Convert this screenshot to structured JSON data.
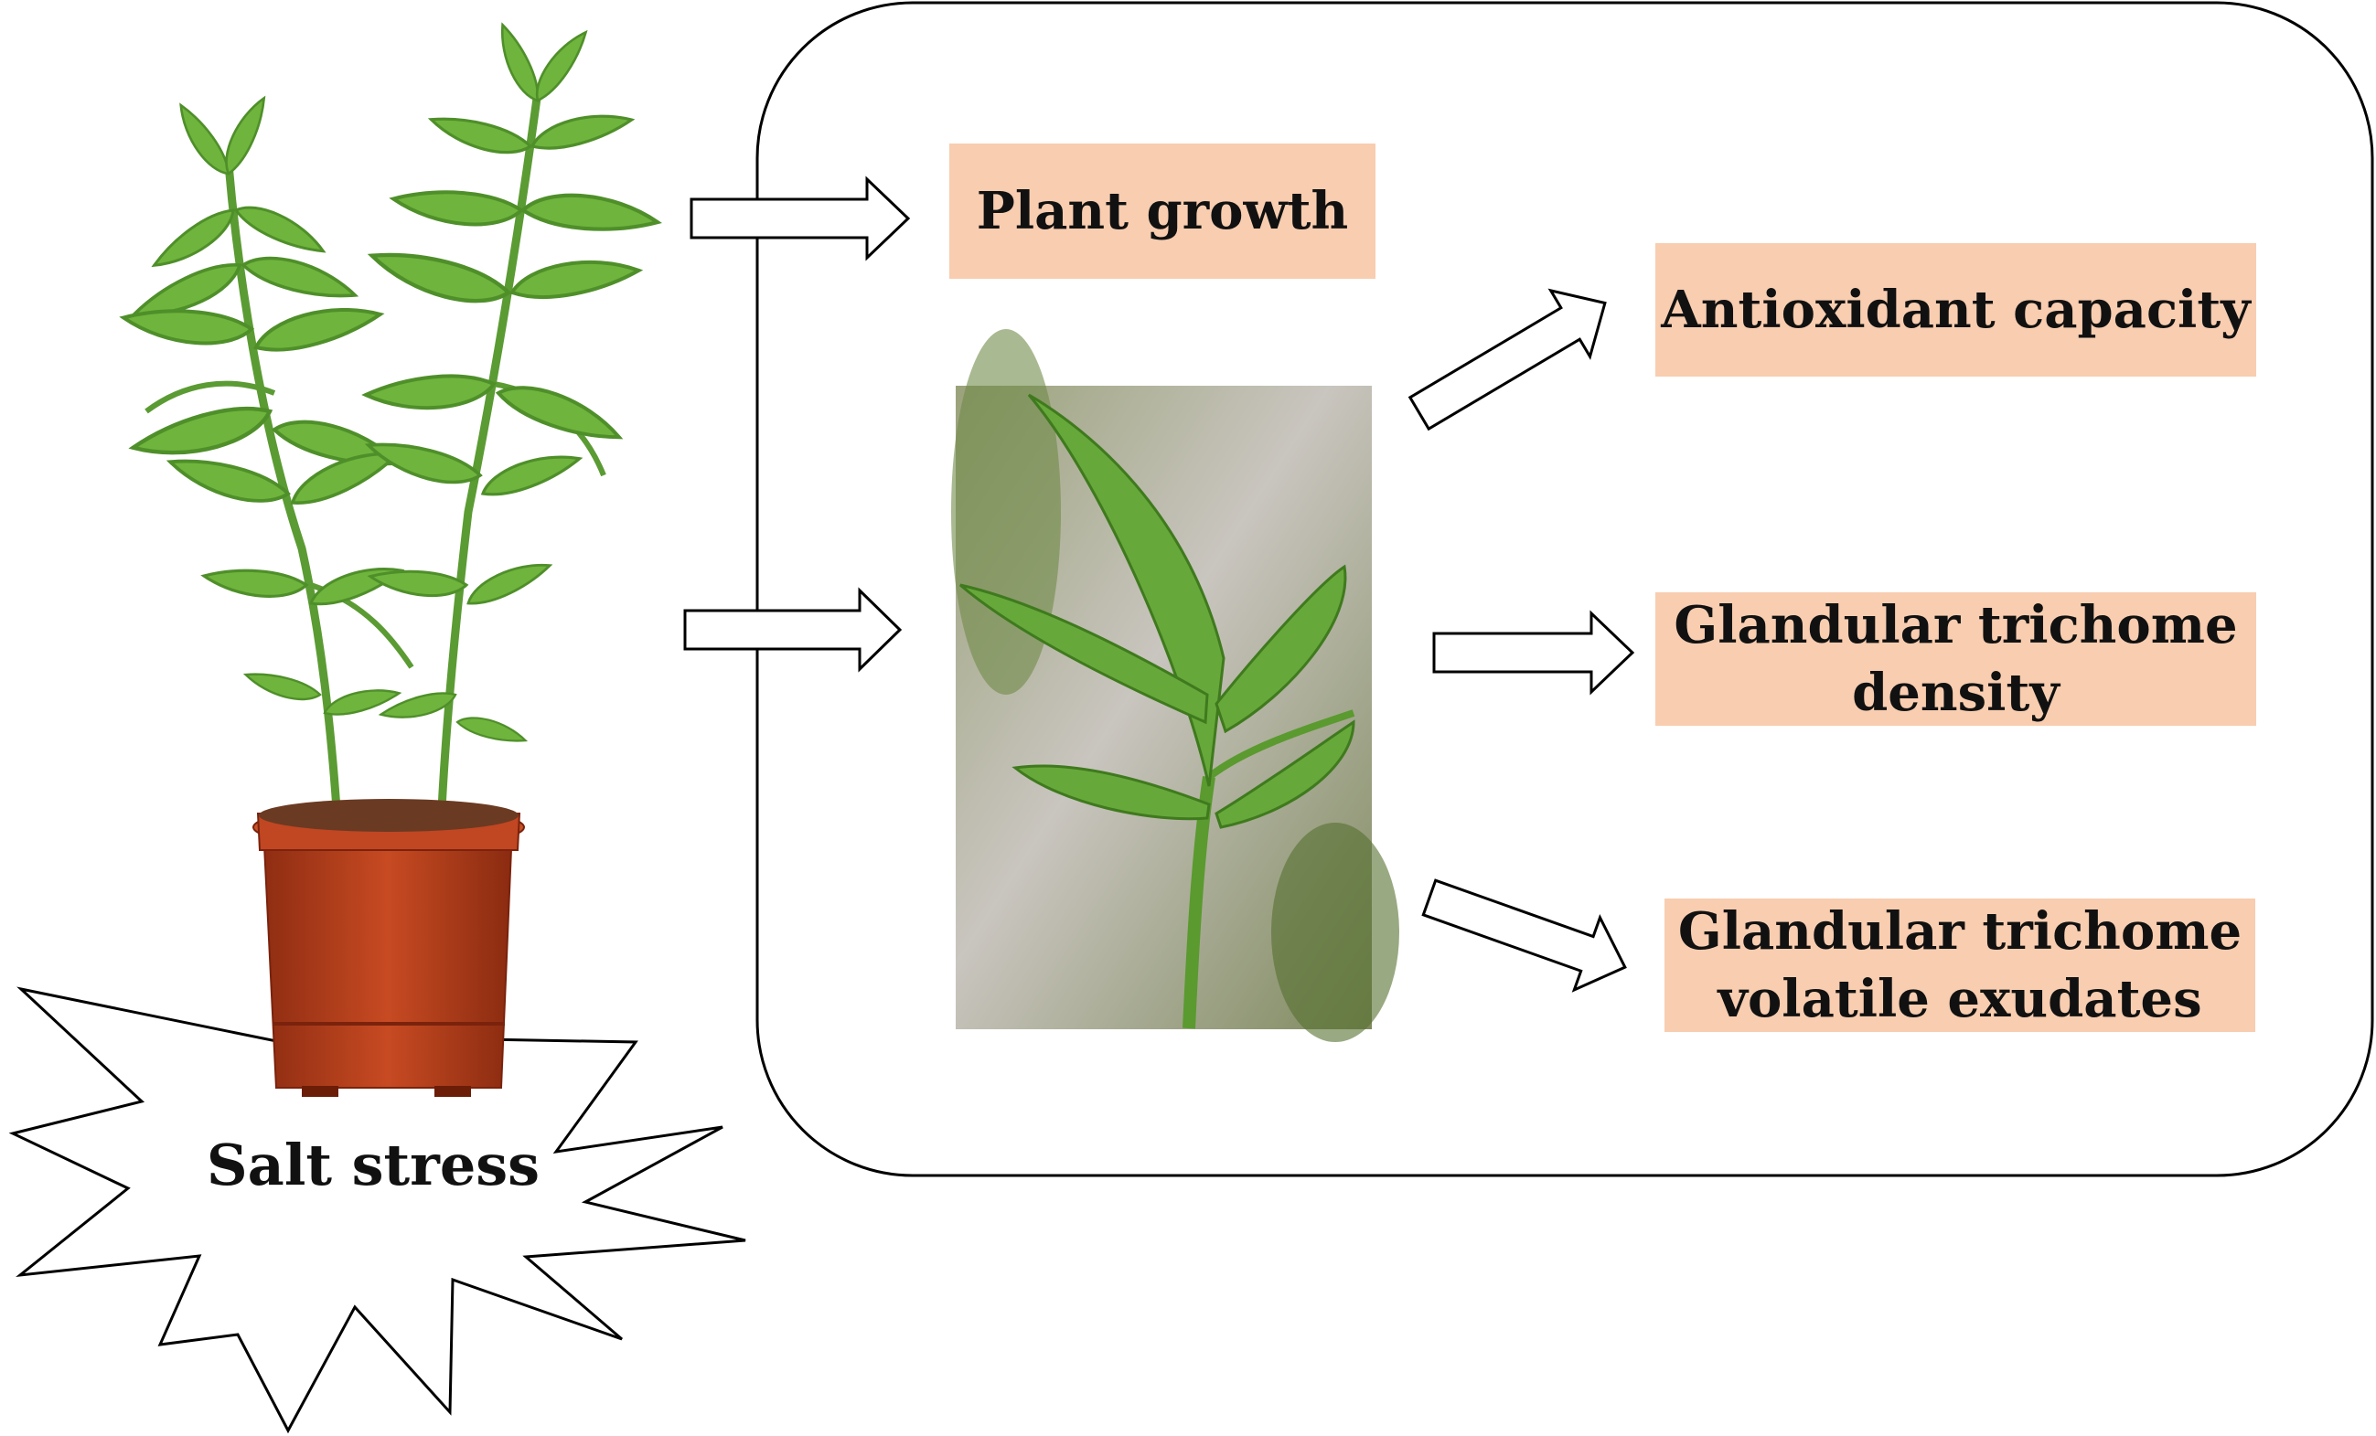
{
  "diagram": {
    "stressor": {
      "label": "Salt stress"
    },
    "responses": {
      "plant_growth": "Plant growth",
      "antioxidant": "Antioxidant capacity",
      "trichome_density": "Glandular trichome\ndensity",
      "volatile_exudates": "Glandular trichome\nvolatile exudates"
    }
  },
  "colors": {
    "box_fill": "#f8cdb0",
    "outline": "#000000",
    "pot": "#b8401f",
    "leaf": "#6fb43c",
    "leaf_dark": "#4f8f2a"
  },
  "icons": [
    "potted-plant-image",
    "leaf-closeup-image",
    "starburst-shape",
    "arrow-icon"
  ]
}
